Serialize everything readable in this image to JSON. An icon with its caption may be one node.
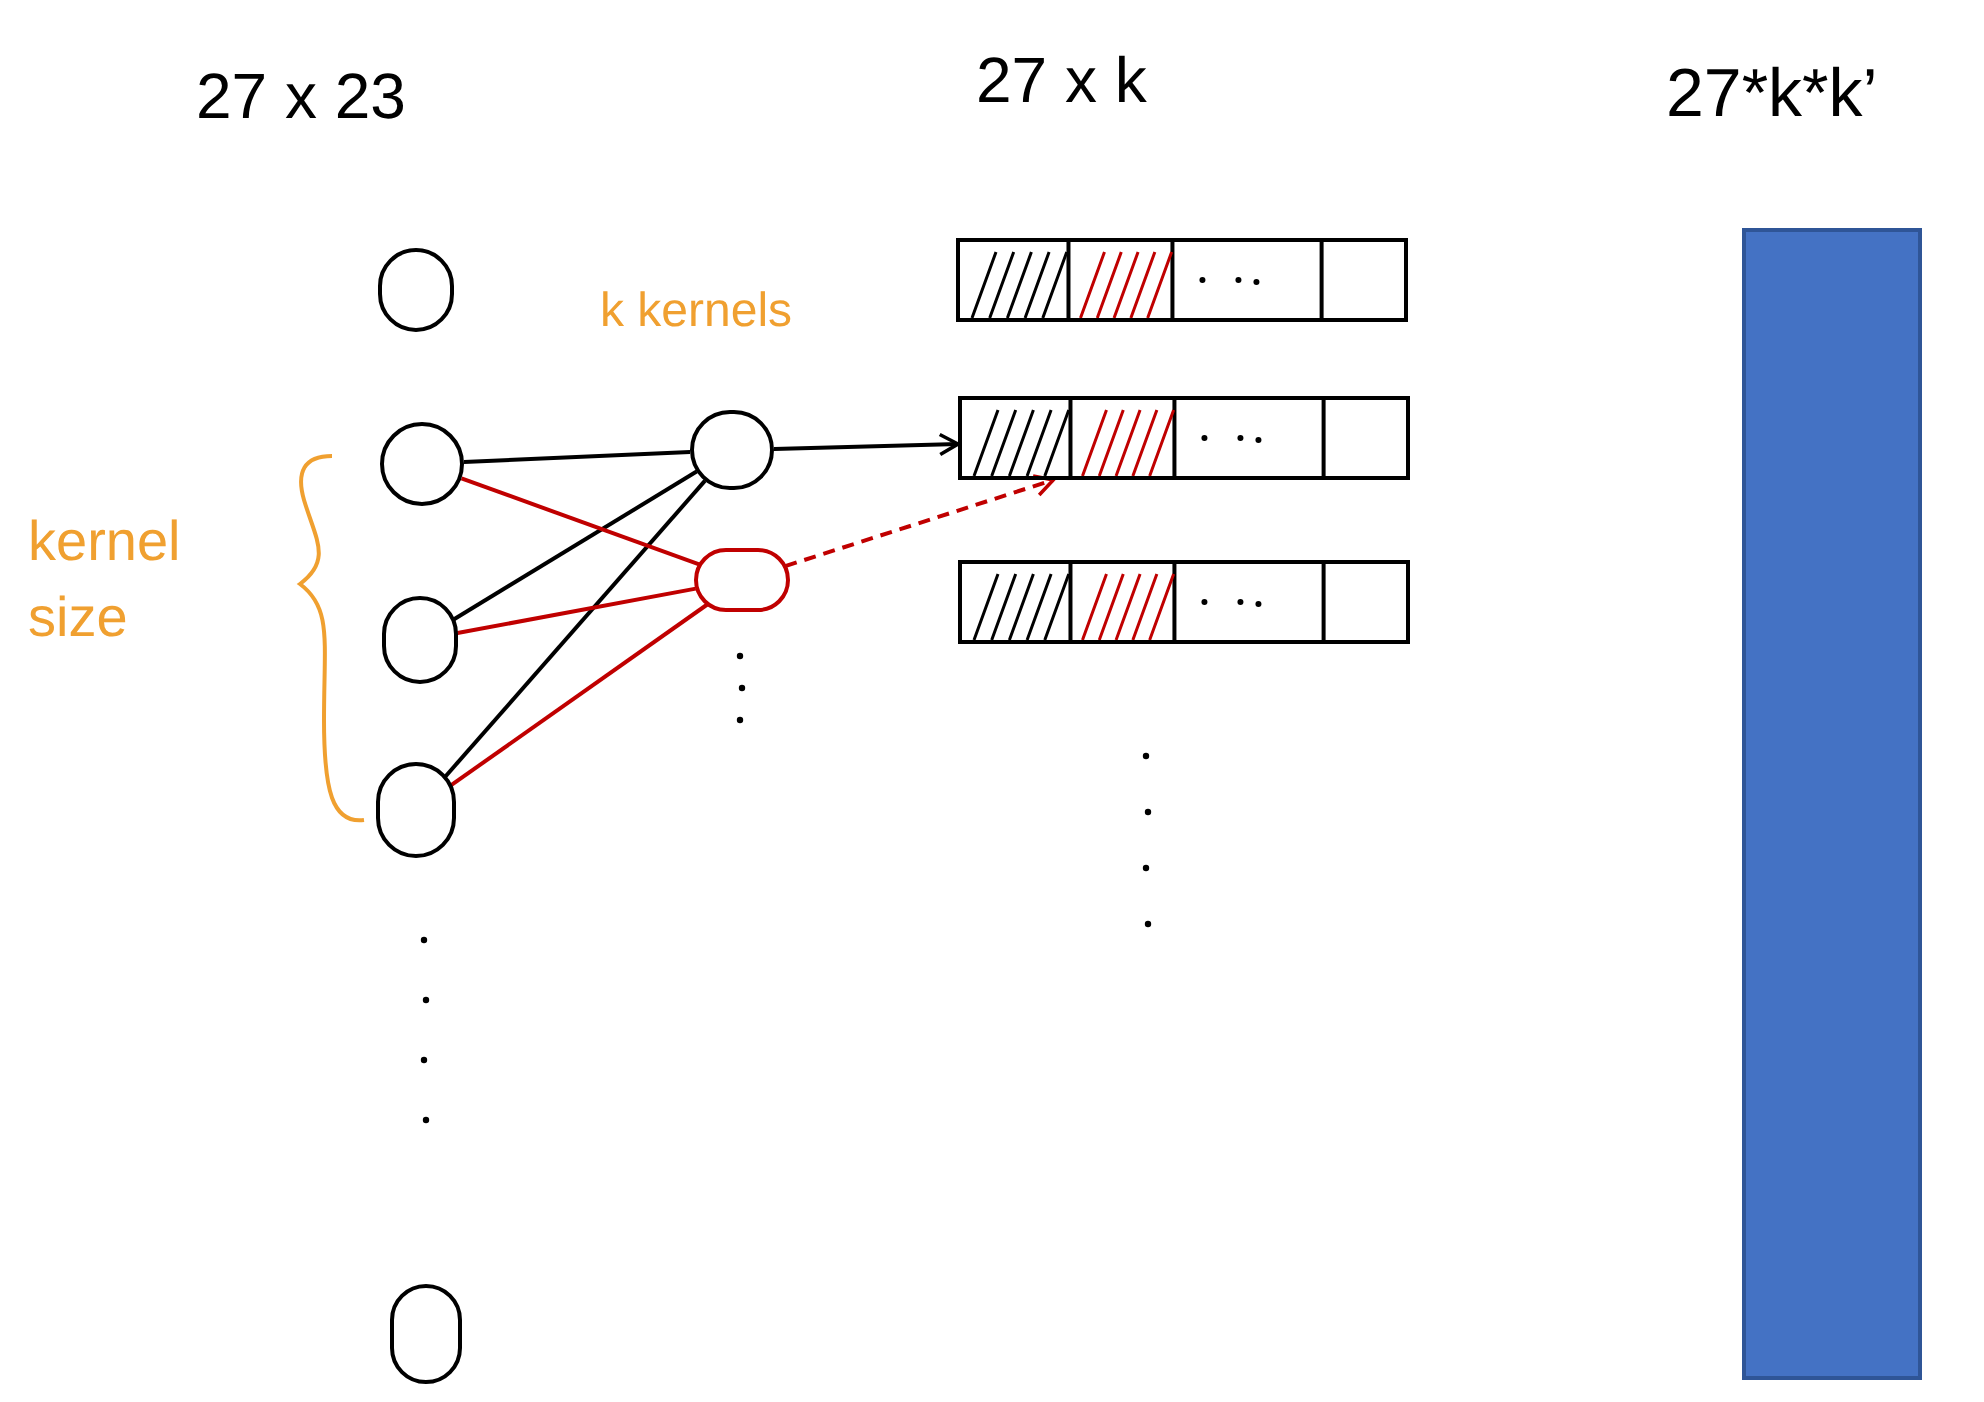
{
  "diagram": {
    "nodes": [
      {
        "text": [],
        "shape": "circle"
      },
      {
        "text": [],
        "shape": "circle"
      },
      {
        "text": [],
        "shape": "circle"
      },
      {
        "text": [],
        "shape": "circle"
      },
      {
        "text": [],
        "shape": "circle"
      },
      {
        "text": [],
        "shape": "circle"
      },
      {
        "text": [],
        "shape": "circle"
      },
      {
        "text": [],
        "shape": "bar"
      },
      {
        "text": [],
        "shape": "bar"
      },
      {
        "text": [],
        "shape": "bar"
      },
      {
        "text": [
          "27*k*k’"
        ]
      }
    ],
    "edges": [
      {
        "from": 1,
        "to": 5,
        "arrow": "none"
      },
      {
        "from": 2,
        "to": 5,
        "arrow": "none"
      },
      {
        "from": 3,
        "to": 5,
        "arrow": "none"
      },
      {
        "from": 1,
        "to": 6,
        "arrow": "none",
        "color": "#c00000"
      },
      {
        "from": 2,
        "to": 6,
        "arrow": "none",
        "color": "#c00000"
      },
      {
        "from": 3,
        "to": 6,
        "arrow": "none",
        "color": "#c00000"
      },
      {
        "from": 5,
        "to": 8,
        "arrow": "to"
      },
      {
        "from": 6,
        "to": 8,
        "arrow": "to",
        "style": "dashed",
        "color": "#c00000"
      }
    ],
    "labels": [
      "27 x 23",
      "27 x k",
      "k kernels",
      "kernel size"
    ]
  }
}
